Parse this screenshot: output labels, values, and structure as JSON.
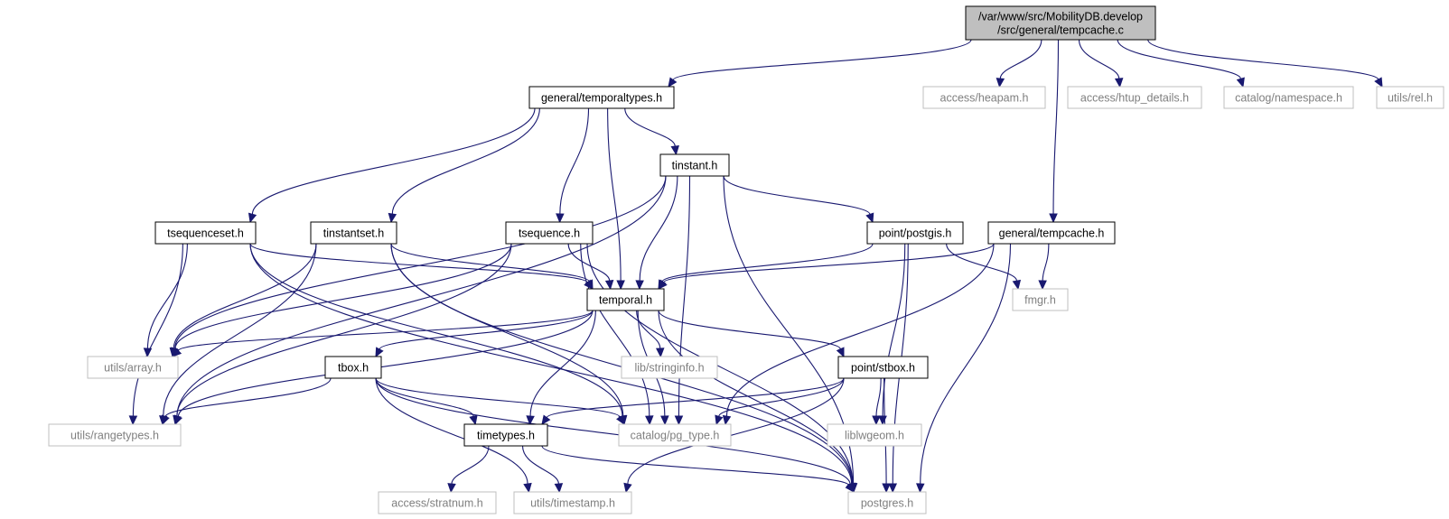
{
  "colors": {
    "edge": "#191970",
    "root_fill": "#bfbfbf",
    "root_border": "#000000",
    "documented_border": "#000000",
    "external_border": "#bfbfbf",
    "documented_text": "#000000",
    "external_text": "#7f7f7f",
    "background": "#ffffff"
  },
  "nodes": [
    {
      "id": "root",
      "label": "/var/www/src/MobilityDB.develop",
      "label2": "/src/general/tempcache.c",
      "kind": "root"
    },
    {
      "id": "temporaltypes",
      "label": "general/temporaltypes.h",
      "kind": "documented"
    },
    {
      "id": "heapam",
      "label": "access/heapam.h",
      "kind": "external"
    },
    {
      "id": "htup",
      "label": "access/htup_details.h",
      "kind": "external"
    },
    {
      "id": "namespace",
      "label": "catalog/namespace.h",
      "kind": "external"
    },
    {
      "id": "rel",
      "label": "utils/rel.h",
      "kind": "external"
    },
    {
      "id": "tinstant",
      "label": "tinstant.h",
      "kind": "documented"
    },
    {
      "id": "tsequenceset",
      "label": "tsequenceset.h",
      "kind": "documented"
    },
    {
      "id": "tinstantset",
      "label": "tinstantset.h",
      "kind": "documented"
    },
    {
      "id": "tsequence",
      "label": "tsequence.h",
      "kind": "documented"
    },
    {
      "id": "postgis",
      "label": "point/postgis.h",
      "kind": "documented"
    },
    {
      "id": "tempcacheh",
      "label": "general/tempcache.h",
      "kind": "documented"
    },
    {
      "id": "temporal",
      "label": "temporal.h",
      "kind": "documented"
    },
    {
      "id": "fmgr",
      "label": "fmgr.h",
      "kind": "external"
    },
    {
      "id": "array",
      "label": "utils/array.h",
      "kind": "external"
    },
    {
      "id": "stringinfo",
      "label": "lib/stringinfo.h",
      "kind": "external"
    },
    {
      "id": "tbox",
      "label": "tbox.h",
      "kind": "documented"
    },
    {
      "id": "stbox",
      "label": "point/stbox.h",
      "kind": "documented"
    },
    {
      "id": "rangetypes",
      "label": "utils/rangetypes.h",
      "kind": "external"
    },
    {
      "id": "timetypes",
      "label": "timetypes.h",
      "kind": "documented"
    },
    {
      "id": "pgtype",
      "label": "catalog/pg_type.h",
      "kind": "external"
    },
    {
      "id": "liblwgeom",
      "label": "liblwgeom.h",
      "kind": "external"
    },
    {
      "id": "stratnum",
      "label": "access/stratnum.h",
      "kind": "external"
    },
    {
      "id": "timestamp",
      "label": "utils/timestamp.h",
      "kind": "external"
    },
    {
      "id": "postgres",
      "label": "postgres.h",
      "kind": "external"
    }
  ],
  "edges": [
    {
      "from": "root",
      "to": "temporaltypes"
    },
    {
      "from": "root",
      "to": "heapam"
    },
    {
      "from": "root",
      "to": "htup"
    },
    {
      "from": "root",
      "to": "namespace"
    },
    {
      "from": "root",
      "to": "rel"
    },
    {
      "from": "root",
      "to": "tempcacheh"
    },
    {
      "from": "temporaltypes",
      "to": "tinstant"
    },
    {
      "from": "temporaltypes",
      "to": "tsequenceset"
    },
    {
      "from": "temporaltypes",
      "to": "tinstantset"
    },
    {
      "from": "temporaltypes",
      "to": "tsequence"
    },
    {
      "from": "temporaltypes",
      "to": "temporal"
    },
    {
      "from": "tinstant",
      "to": "temporal"
    },
    {
      "from": "tinstant",
      "to": "postgis"
    },
    {
      "from": "tinstant",
      "to": "array"
    },
    {
      "from": "tinstant",
      "to": "rangetypes"
    },
    {
      "from": "tinstant",
      "to": "pgtype"
    },
    {
      "from": "tinstant",
      "to": "postgres"
    },
    {
      "from": "tsequenceset",
      "to": "temporal"
    },
    {
      "from": "tsequenceset",
      "to": "array"
    },
    {
      "from": "tsequenceset",
      "to": "rangetypes"
    },
    {
      "from": "tsequenceset",
      "to": "pgtype"
    },
    {
      "from": "tsequenceset",
      "to": "postgres"
    },
    {
      "from": "tinstantset",
      "to": "temporal"
    },
    {
      "from": "tinstantset",
      "to": "array"
    },
    {
      "from": "tinstantset",
      "to": "rangetypes"
    },
    {
      "from": "tinstantset",
      "to": "pgtype"
    },
    {
      "from": "tinstantset",
      "to": "postgres"
    },
    {
      "from": "tsequence",
      "to": "temporal"
    },
    {
      "from": "tsequence",
      "to": "array"
    },
    {
      "from": "tsequence",
      "to": "rangetypes"
    },
    {
      "from": "tsequence",
      "to": "pgtype"
    },
    {
      "from": "tsequence",
      "to": "postgres"
    },
    {
      "from": "postgis",
      "to": "temporal"
    },
    {
      "from": "postgis",
      "to": "fmgr"
    },
    {
      "from": "postgis",
      "to": "liblwgeom"
    },
    {
      "from": "postgis",
      "to": "postgres"
    },
    {
      "from": "tempcacheh",
      "to": "temporal"
    },
    {
      "from": "tempcacheh",
      "to": "fmgr"
    },
    {
      "from": "tempcacheh",
      "to": "pgtype"
    },
    {
      "from": "tempcacheh",
      "to": "postgres"
    },
    {
      "from": "temporal",
      "to": "array"
    },
    {
      "from": "temporal",
      "to": "stringinfo"
    },
    {
      "from": "temporal",
      "to": "tbox"
    },
    {
      "from": "temporal",
      "to": "stbox"
    },
    {
      "from": "temporal",
      "to": "rangetypes"
    },
    {
      "from": "temporal",
      "to": "timetypes"
    },
    {
      "from": "temporal",
      "to": "pgtype"
    },
    {
      "from": "temporal",
      "to": "postgres"
    },
    {
      "from": "tbox",
      "to": "rangetypes"
    },
    {
      "from": "tbox",
      "to": "timetypes"
    },
    {
      "from": "tbox",
      "to": "pgtype"
    },
    {
      "from": "tbox",
      "to": "timestamp"
    },
    {
      "from": "tbox",
      "to": "postgres"
    },
    {
      "from": "stbox",
      "to": "timetypes"
    },
    {
      "from": "stbox",
      "to": "pgtype"
    },
    {
      "from": "stbox",
      "to": "liblwgeom"
    },
    {
      "from": "stbox",
      "to": "timestamp"
    },
    {
      "from": "stbox",
      "to": "postgres"
    },
    {
      "from": "timetypes",
      "to": "stratnum"
    },
    {
      "from": "timetypes",
      "to": "timestamp"
    },
    {
      "from": "timetypes",
      "to": "postgres"
    }
  ]
}
